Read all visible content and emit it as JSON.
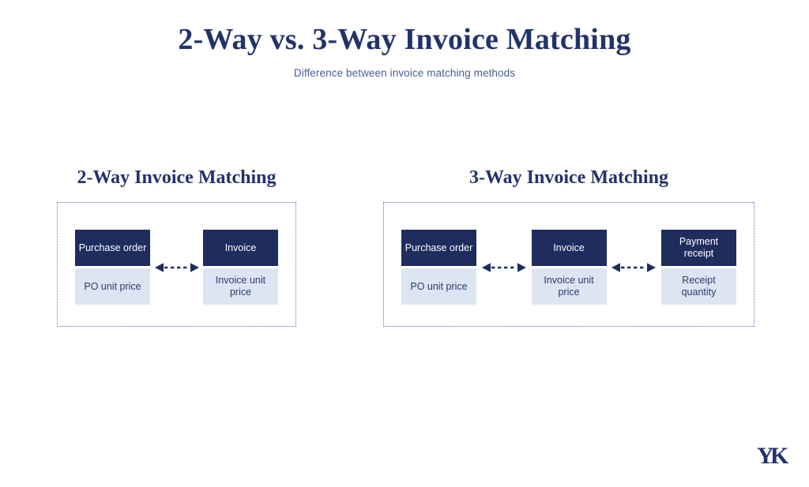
{
  "header": {
    "title": "2-Way vs. 3-Way Invoice Matching",
    "subtitle": "Difference between invoice matching methods"
  },
  "colors": {
    "navy": "#1e2d5e",
    "title_navy": "#22336b",
    "light_blue": "#dde5f2",
    "subtitle_blue": "#4a5e96",
    "dotted_border": "#5b6fa8",
    "background": "#ffffff"
  },
  "panels": [
    {
      "id": "two-way",
      "title": "2-Way Invoice Matching",
      "cards": [
        {
          "header": "Purchase order",
          "body": "PO unit price"
        },
        {
          "header": "Invoice",
          "body": "Invoice unit price"
        }
      ],
      "arrows": [
        {
          "type": "bidirectional-dashed"
        }
      ]
    },
    {
      "id": "three-way",
      "title": "3-Way Invoice Matching",
      "cards": [
        {
          "header": "Purchase order",
          "body": "PO unit price"
        },
        {
          "header": "Invoice",
          "body": "Invoice unit price"
        },
        {
          "header": "Payment receipt",
          "body": "Receipt quantity"
        }
      ],
      "arrows": [
        {
          "type": "bidirectional-dashed"
        },
        {
          "type": "bidirectional-dashed"
        }
      ]
    }
  ],
  "logo": {
    "name": "yk-monogram-logo",
    "text": "YK"
  }
}
